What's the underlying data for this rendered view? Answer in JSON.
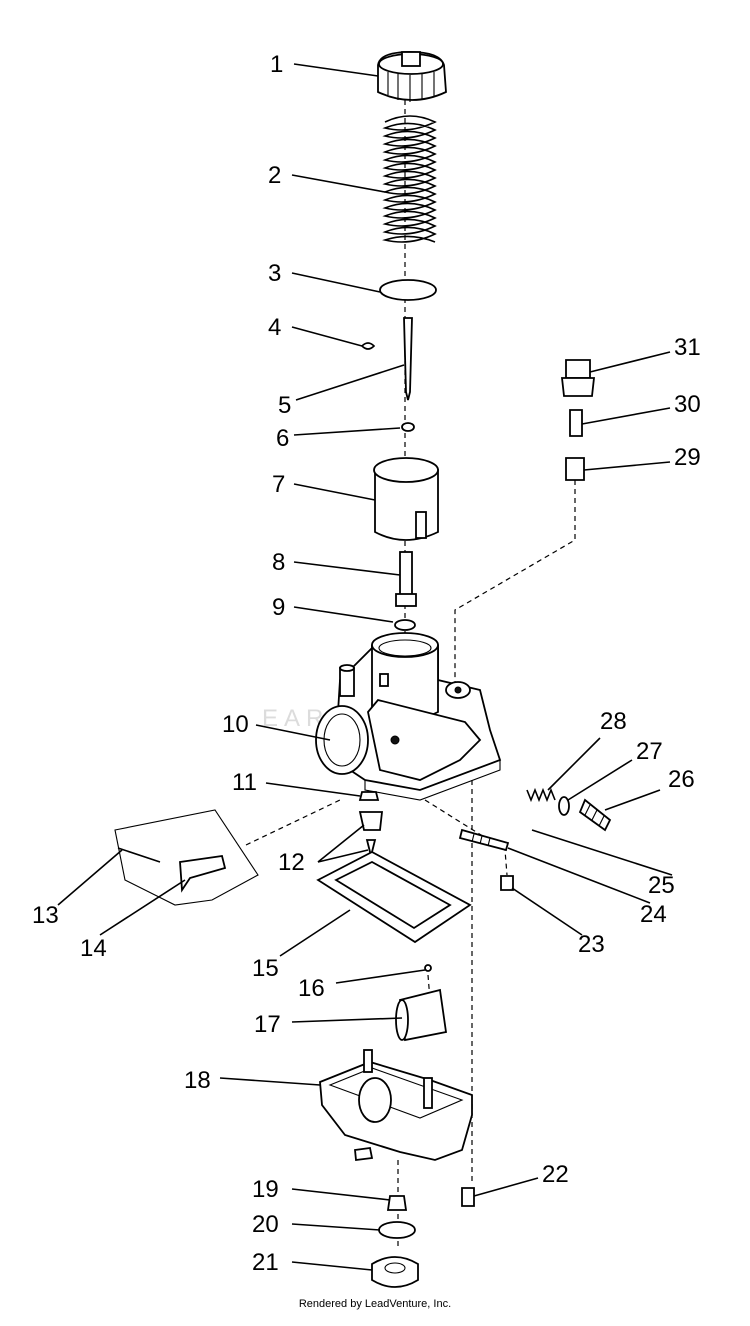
{
  "watermark": "EARTHQUAKE",
  "footer": "Rendered by LeadVenture, Inc.",
  "callouts": [
    "1",
    "2",
    "3",
    "4",
    "5",
    "6",
    "7",
    "8",
    "9",
    "10",
    "11",
    "12",
    "13",
    "14",
    "15",
    "16",
    "17",
    "18",
    "19",
    "20",
    "21",
    "22",
    "23",
    "24",
    "25",
    "26",
    "27",
    "28",
    "29",
    "30",
    "31"
  ]
}
